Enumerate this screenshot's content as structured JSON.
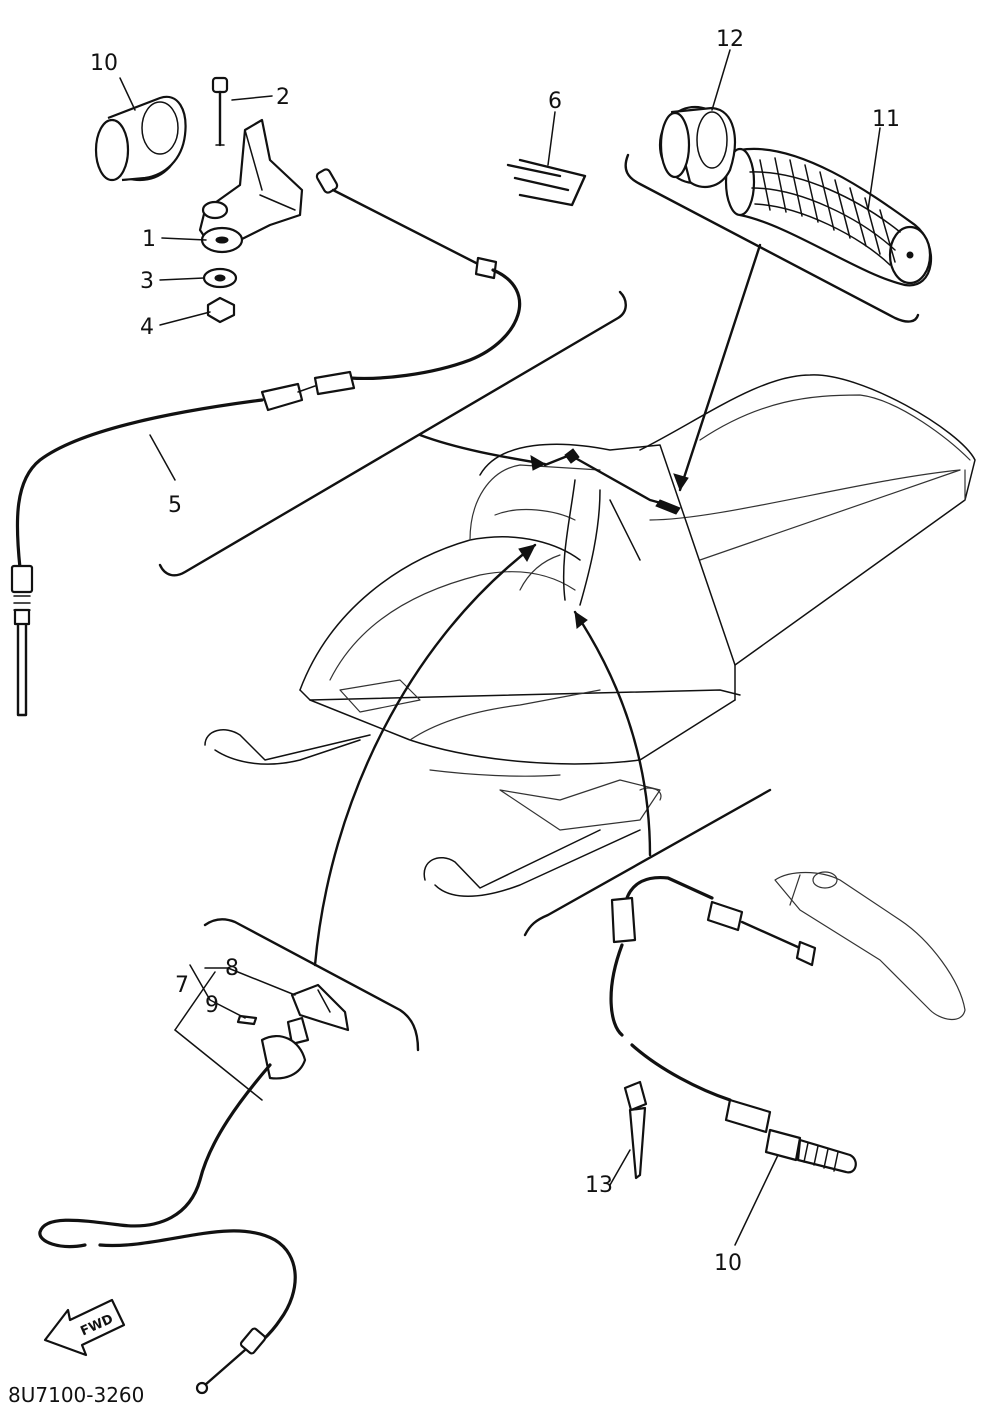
{
  "diagram": {
    "code": "8U7100-3260",
    "fwd_label": "FWD",
    "callouts": [
      {
        "id": "c1",
        "text": "1"
      },
      {
        "id": "c2",
        "text": "2"
      },
      {
        "id": "c3",
        "text": "3"
      },
      {
        "id": "c4",
        "text": "4"
      },
      {
        "id": "c5",
        "text": "5"
      },
      {
        "id": "c6",
        "text": "6"
      },
      {
        "id": "c7",
        "text": "7"
      },
      {
        "id": "c8",
        "text": "8"
      },
      {
        "id": "c9",
        "text": "9"
      },
      {
        "id": "c10a",
        "text": "10"
      },
      {
        "id": "c10b",
        "text": "10"
      },
      {
        "id": "c11",
        "text": "11"
      },
      {
        "id": "c12",
        "text": "12"
      },
      {
        "id": "c13",
        "text": "13"
      }
    ]
  }
}
